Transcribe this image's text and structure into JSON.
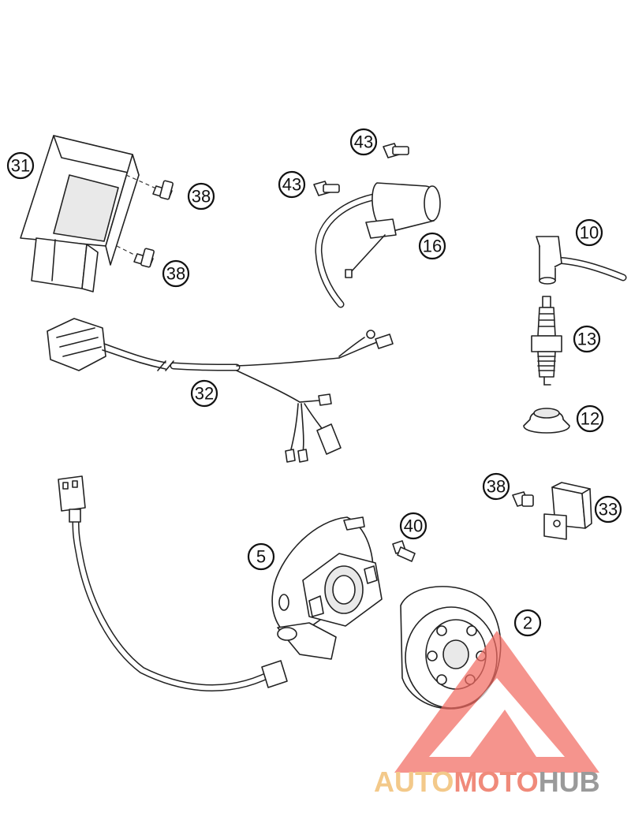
{
  "callouts": {
    "c31": "31",
    "c38a": "38",
    "c38b": "38",
    "c43a": "43",
    "c43b": "43",
    "c16": "16",
    "c10": "10",
    "c13": "13",
    "c12": "12",
    "c32": "32",
    "c38c": "38",
    "c33": "33",
    "c40": "40",
    "c5": "5",
    "c2": "2"
  },
  "watermark": {
    "part1": "AUTO",
    "part2": "MOTO",
    "part3": "HUB",
    "colors": {
      "auto": "#f3c98a",
      "moto": "#f08a7a",
      "hub": "#9a9a9a",
      "triangle": "#f26b62"
    }
  }
}
